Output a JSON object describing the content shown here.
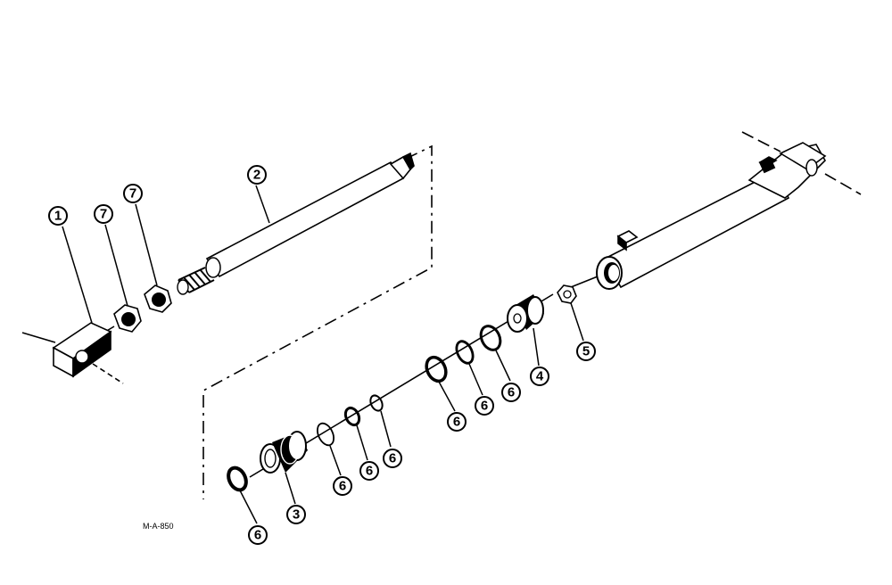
{
  "drawing_id": "M-A-850",
  "callouts": {
    "c1": "1",
    "c2": "2",
    "c3": "3",
    "c4": "4",
    "c5": "5",
    "c6a": "6",
    "c6b": "6",
    "c6c": "6",
    "c6d": "6",
    "c6e": "6",
    "c6f": "6",
    "c6g": "6",
    "c7a": "7",
    "c7b": "7"
  }
}
